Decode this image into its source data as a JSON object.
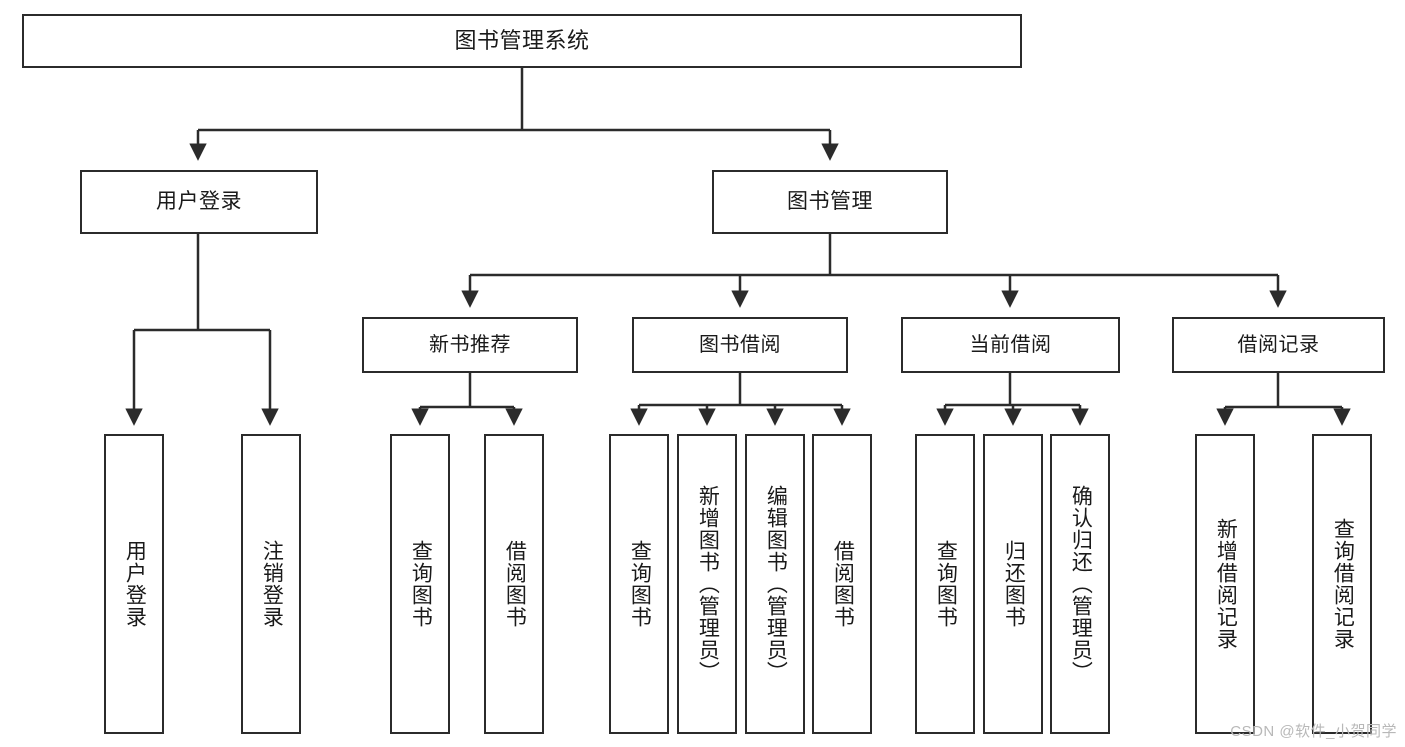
{
  "diagram": {
    "title": "图书管理系统",
    "type": "tree-hierarchy",
    "watermark": "CSDN @软件_小贺同学",
    "line_color": "#2b2b2b",
    "box_fill": "#ffffff",
    "text_color": "#1a1a1a"
  },
  "root": {
    "label": "图书管理系统"
  },
  "level2": [
    {
      "label": "用户登录"
    },
    {
      "label": "图书管理"
    }
  ],
  "level3": [
    {
      "label": "新书推荐"
    },
    {
      "label": "图书借阅"
    },
    {
      "label": "当前借阅"
    },
    {
      "label": "借阅记录"
    }
  ],
  "leaves": {
    "user_login": [
      {
        "label": "用户登录"
      },
      {
        "label": "注销登录"
      }
    ],
    "new_book_recommend": [
      {
        "label": "查询图书"
      },
      {
        "label": "借阅图书"
      }
    ],
    "book_borrow": [
      {
        "label": "查询图书"
      },
      {
        "label": "新增图书（管理员）"
      },
      {
        "label": "编辑图书（管理员）"
      },
      {
        "label": "借阅图书"
      }
    ],
    "current_borrow": [
      {
        "label": "查询图书"
      },
      {
        "label": "归还图书"
      },
      {
        "label": "确认归还（管理员）"
      }
    ],
    "borrow_record": [
      {
        "label": "新增借阅记录"
      },
      {
        "label": "查询借阅记录"
      }
    ]
  }
}
